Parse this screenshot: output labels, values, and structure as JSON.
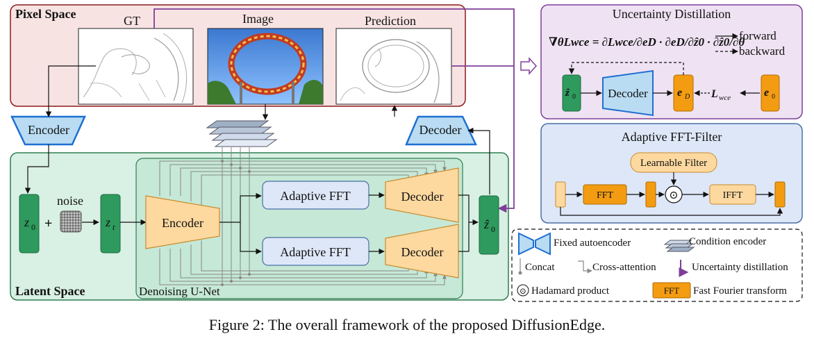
{
  "pixel_space": {
    "title": "Pixel Space",
    "gt_label": "GT",
    "image_label": "Image",
    "prediction_label": "Prediction"
  },
  "latent_space": {
    "title": "Latent Space",
    "z0": "z",
    "z0_sub": "0",
    "noise": "noise",
    "plus": "+",
    "zt": "z",
    "zt_sub": "t",
    "zhat": "ẑ",
    "zhat_sub": "0"
  },
  "autoencoder": {
    "encoder": "Encoder",
    "decoder": "Decoder"
  },
  "unet": {
    "title": "Denoising U-Net",
    "encoder": "Encoder",
    "fft_top": "Adaptive FFT",
    "fft_bottom": "Adaptive FFT",
    "decoder_top": "Decoder",
    "decoder_bottom": "Decoder"
  },
  "uncertainty": {
    "title": "Uncertainty Distillation",
    "formula": "∇θLwce = ∂Lwce/∂eD · ∂eD/∂ẑ0 · ∂ẑ0/∂θ",
    "forward": "forward",
    "backward": "backward",
    "z_hat": "ẑ",
    "z_hat_sub": "0",
    "decoder": "Decoder",
    "e_d": "e",
    "e_d_sub": "D",
    "lwce": "L",
    "lwce_sub": "wce",
    "e0": "e",
    "e0_sub": "0"
  },
  "fft_filter": {
    "title": "Adaptive FFT-Filter",
    "learnable": "Learnable Filter",
    "fft": "FFT",
    "hadamard": "⊙",
    "ifft": "IFFT"
  },
  "legend": {
    "fixed_autoencoder": "Fixed autoencoder",
    "condition_encoder": "Condition encoder",
    "concat": "Concat",
    "cross_attention": "Cross-attention",
    "uncertainty_distillation": "Uncertainty distillation",
    "hadamard": "Hadamard product",
    "fft_badge": "FFT",
    "fft_full": "Fast Fourier transform"
  },
  "colors": {
    "pixel_bg": "#f8e3e3",
    "pixel_border": "#8b1a1a",
    "latent_bg": "#d9f0e4",
    "latent_border": "#2e7d4f",
    "uncert_bg": "#efe2f3",
    "uncert_border": "#7e3f98",
    "fft_bg": "#dde7f7",
    "fft_border": "#4a6fa5",
    "green_block": "#2e9a5e",
    "orange": "#f5a623",
    "orange_block": "#f39c12",
    "light_orange": "#fdd9a0",
    "blue_trap": "#b9dcf3",
    "blue_trap_border": "#1f6fd1",
    "purple_arrow": "#7e3f98"
  },
  "caption": "Figure 2: The overall framework of the proposed DiffusionEdge."
}
